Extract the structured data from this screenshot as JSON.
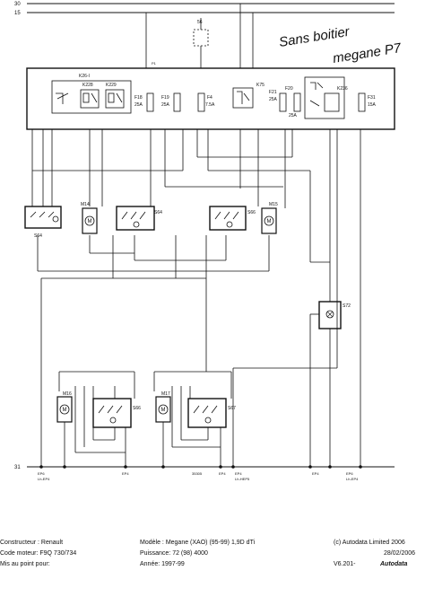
{
  "bus": {
    "top1": "30",
    "top2": "15",
    "bottom": "31"
  },
  "annotation": {
    "line1": "Sans boitier",
    "line2": "megane P7"
  },
  "relay_box": {
    "label": "K26-I"
  },
  "fuse_top": {
    "label": "56",
    "pin": "P1"
  },
  "relays": {
    "k228": "K228",
    "k229": "K229",
    "k75": "K75",
    "k236": "K236"
  },
  "fuses": [
    {
      "id": "F18",
      "rating": "25A"
    },
    {
      "id": "F19",
      "rating": "25A"
    },
    {
      "id": "F4",
      "rating": "7.5A"
    },
    {
      "id": "F21",
      "rating": "25A"
    },
    {
      "id": "F20",
      "rating": "25A"
    },
    {
      "id": "F31",
      "rating": "15A"
    }
  ],
  "components": {
    "s64": "S64",
    "m14": "M14",
    "s64b": "S64",
    "s66": "S66",
    "m15": "M15",
    "s72": "S72",
    "m16": "M16",
    "s66b": "S66",
    "m17": "M17",
    "s67": "S67"
  },
  "ground_labels": [
    "EP6",
    "Lh-EP4",
    "EP4",
    "35305",
    "EP4",
    "EP4",
    "Lh-HEP5",
    "EP4",
    "EP6",
    "Lh-EP4"
  ],
  "footer": {
    "constructeur_label": "Constructeur :",
    "constructeur_value": "Renault",
    "code_moteur_label": "Code moteur:",
    "code_moteur_value": "F9Q 730/734",
    "mis_au_point_label": "Mis au point pour:",
    "mis_au_point_value": "",
    "modele_label": "Modèle :",
    "modele_value": "Megane (XAO) (95-99) 1,9D dTi",
    "puissance_label": "Puissance:",
    "puissance_value": "72 (98) 4000",
    "annee_label": "Année:",
    "annee_value": "1997-99",
    "copyright": "(c) Autodata Limited 2006",
    "date": "28/02/2006",
    "version": "V6.201-",
    "brand": "Autodata"
  }
}
